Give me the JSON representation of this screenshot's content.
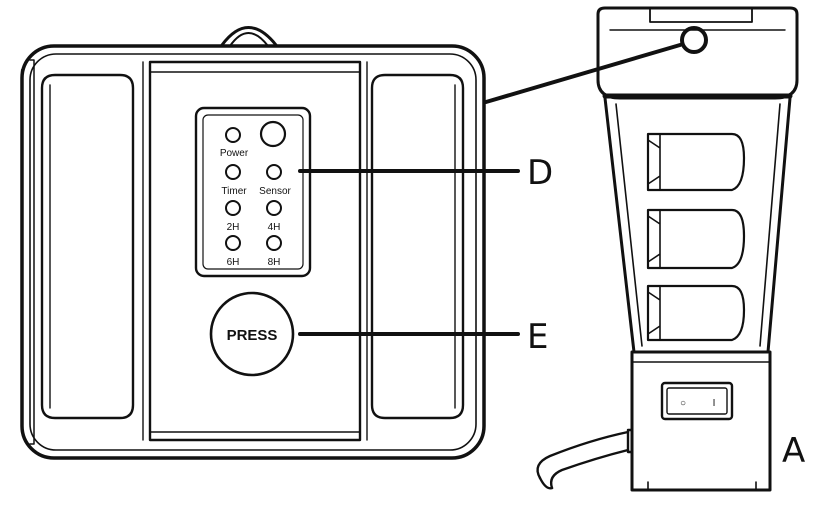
{
  "panel": {
    "indicators": [
      {
        "id": "power",
        "label": "Power"
      },
      {
        "id": "timer",
        "label": "Timer"
      },
      {
        "id": "sensor",
        "label": "Sensor"
      },
      {
        "id": "2h",
        "label": "2H"
      },
      {
        "id": "4h",
        "label": "4H"
      },
      {
        "id": "6h",
        "label": "6H"
      },
      {
        "id": "8h",
        "label": "8H"
      }
    ],
    "button_label": "PRESS"
  },
  "callouts": {
    "d": "D",
    "e": "E",
    "a": "A"
  },
  "switch": {
    "off_symbol": "○",
    "on_symbol": "I"
  },
  "colors": {
    "line": "#111111",
    "background": "#ffffff"
  }
}
